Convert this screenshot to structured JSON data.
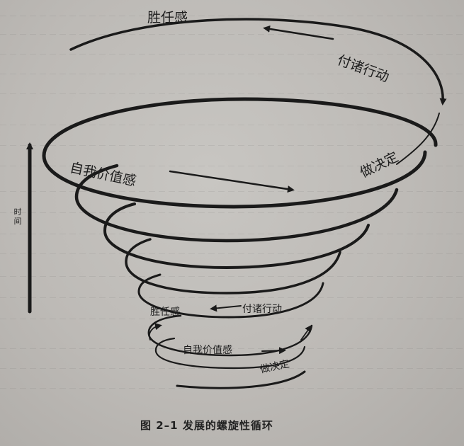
{
  "diagram": {
    "caption": "图 2–1  发展的螺旋性循环",
    "axis": {
      "label": "时间"
    },
    "top_loop": {
      "competence": "胜任感",
      "act": "付诸行动",
      "decide": "做决定",
      "self_worth": "自我价值感"
    },
    "bottom_loop": {
      "competence": "胜任感",
      "act": "付诸行动",
      "self_worth": "自我价值感",
      "decide": "做决定"
    }
  }
}
